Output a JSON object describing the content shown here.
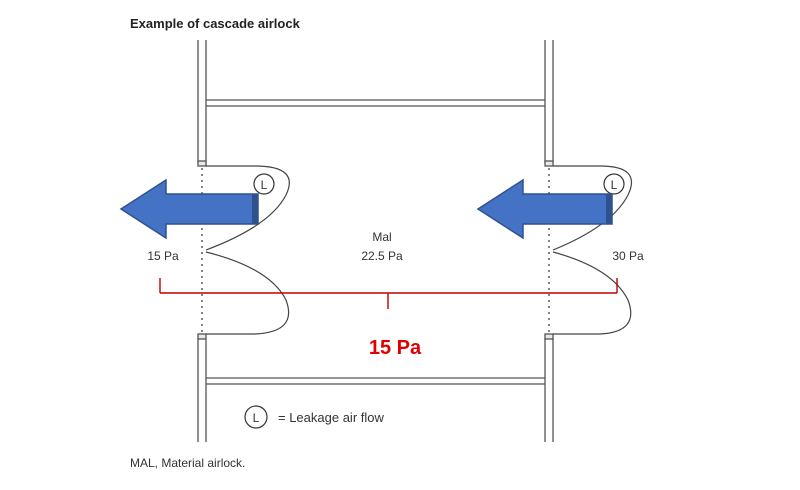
{
  "title": "Example of cascade airlock",
  "room_label": "Mal",
  "pressures": {
    "left": "15 Pa",
    "center": "22.5 Pa",
    "right": "30 Pa",
    "difference": "15 Pa"
  },
  "legend": {
    "symbol": "L",
    "text": "= Leakage air flow"
  },
  "footnote": "MAL, Material airlock.",
  "colors": {
    "arrow_fill": "#4472c4",
    "arrow_stroke": "#2f528f",
    "bracket": "#c00000",
    "difference_text": "#e00000",
    "lines": "#555555"
  }
}
